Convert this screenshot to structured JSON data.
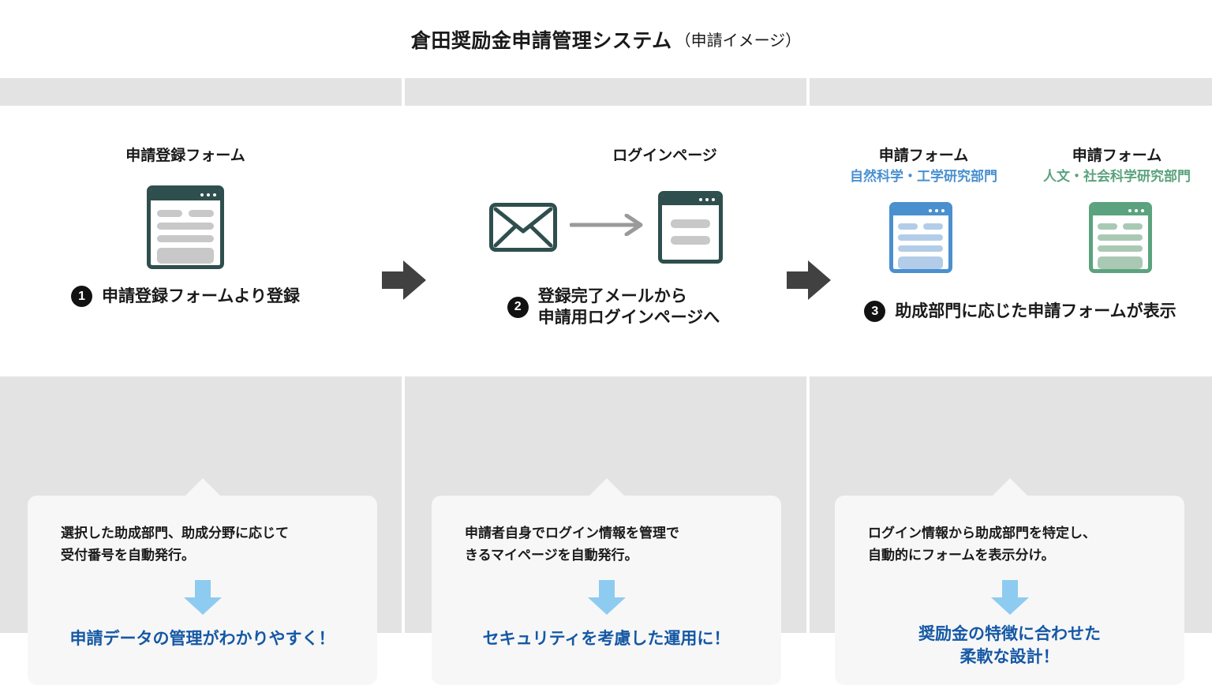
{
  "header": {
    "title": "倉田奨励金申請管理システム",
    "subtitle": "（申請イメージ）"
  },
  "colors": {
    "teal": "#2e4f4e",
    "blue": "#4a90cf",
    "green": "#5ba37e",
    "result_text_blue": "#1558a5",
    "down_arrow_blue": "#8ecbf0",
    "step_arrow_gray": "#414141",
    "stage_bg": "#e3e3e3",
    "card_bg": "#f7f7f7"
  },
  "flow": {
    "steps": [
      {
        "heading": "申請登録フォーム",
        "heading_sub": "",
        "number": "❶",
        "caption_line1": "申請登録フォームより登録",
        "caption_line2": "",
        "icons": [
          "registration-form-window-icon"
        ]
      },
      {
        "heading": "ログインページ",
        "heading_sub": "",
        "number": "❷",
        "caption_line1": "登録完了メールから",
        "caption_line2": "申請用ログインページへ",
        "icons": [
          "mail-envelope-icon",
          "right-arrow-connector-icon",
          "login-page-window-icon"
        ]
      },
      {
        "heading_left": "申請フォーム",
        "heading_left_sub": "自然科学・工学研究部門",
        "heading_right": "申請フォーム",
        "heading_right_sub": "人文・社会科学研究部門",
        "number": "❸",
        "caption_line1": "助成部門に応じた申請フォームが表示",
        "caption_line2": "",
        "icons": [
          "application-form-blue-icon",
          "application-form-green-icon"
        ]
      }
    ]
  },
  "cards": [
    {
      "desc_line1": "選択した助成部門、助成分野に応じて",
      "desc_line2": "受付番号を自動発行。",
      "result_line1": "申請データの管理がわかりやすく！",
      "result_line2": ""
    },
    {
      "desc_line1": "申請者自身でログイン情報を管理で",
      "desc_line2": "きるマイページを自動発行。",
      "result_line1": "セキュリティを考慮した運用に！",
      "result_line2": ""
    },
    {
      "desc_line1": "ログイン情報から助成部門を特定し、",
      "desc_line2": "自動的にフォームを表示分け。",
      "result_line1": "奨励金の特徴に合わせた",
      "result_line2": "柔軟な設計！"
    }
  ]
}
